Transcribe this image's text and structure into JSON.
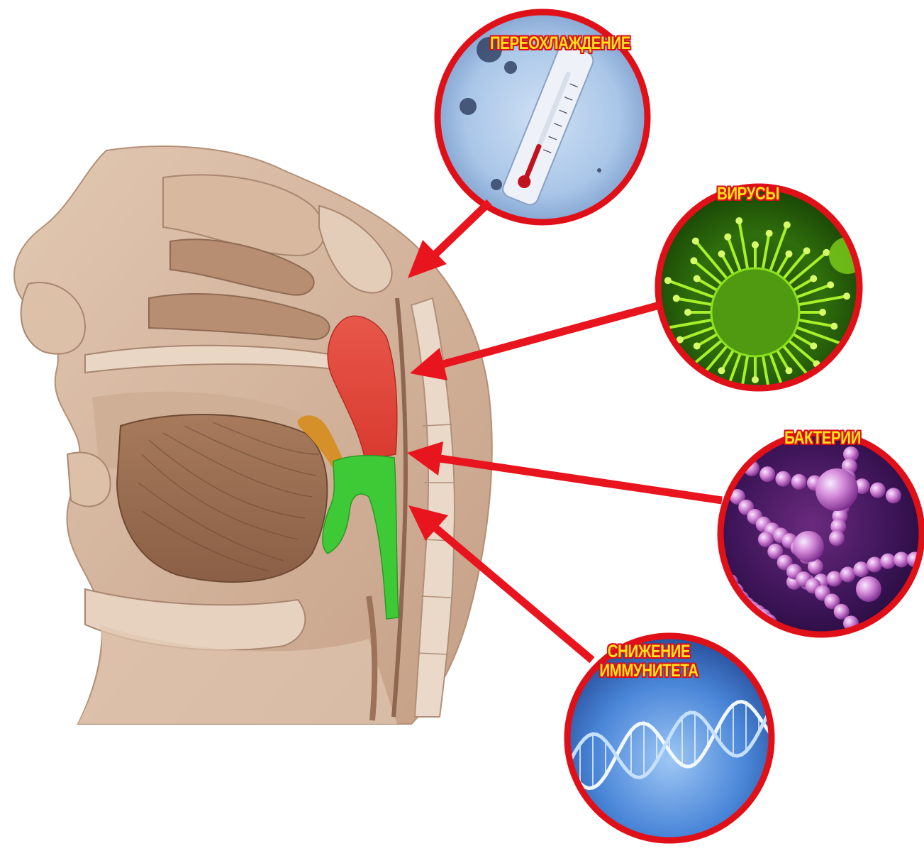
{
  "figure": {
    "subject": "sagittal-section-head-nasopharynx",
    "colors": {
      "arrow": "#e8141e",
      "circle_border": "#e01019",
      "label_fill": "#ffe21a",
      "label_outline": "#d8101a",
      "tissue": "#c9a58a",
      "nasopharynx_highlight": "#e54a3c",
      "oropharynx_highlight": "#3ec936",
      "uvula_highlight": "#d6902a"
    }
  },
  "causes": [
    {
      "label": "ПЕРЕОХЛАЖДЕНИЕ",
      "icon": "thermometer-in-snow-photo"
    },
    {
      "label": "ВИРУСЫ",
      "icon": "virus-particle-photo"
    },
    {
      "label": "БАКТЕРИИ",
      "icon": "bacteria-colony-photo"
    },
    {
      "label": "СНИЖЕНИЕ\nИММУНИТЕТА",
      "label_lines": [
        "СНИЖЕНИЕ",
        "ИММУНИТЕТА"
      ],
      "icon": "dna-helix-photo"
    }
  ]
}
